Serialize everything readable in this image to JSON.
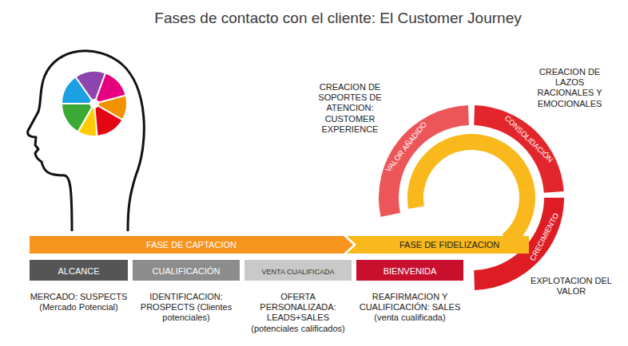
{
  "diagram": {
    "title": "Fases de contacto con el cliente: El Customer Journey",
    "nodes": [
      {
        "text": [
          "VALOR AÑADIDO"
        ]
      },
      {
        "text": [
          "CONSOLIDACIÓN"
        ]
      },
      {
        "text": [
          "CRECIMIENTO"
        ]
      },
      {
        "text": [
          "FASE DE CAPTACION"
        ]
      },
      {
        "text": [
          "FASE DE FIDELIZACION"
        ]
      },
      {
        "text": [
          "ALCANCE"
        ]
      },
      {
        "text": [
          "CUALIFICACIÓN"
        ]
      },
      {
        "text": [
          "VENTA CUALIFICADA"
        ]
      },
      {
        "text": [
          "BIENVENIDA"
        ]
      }
    ],
    "labels": [
      "CREACION DE SOPORTES DE ATENCION: CUSTOMER EXPERIENCE",
      "CREACION DE LAZOS RACIONALES Y EMOCIONALES",
      "MERCADO: SUSPECTS (Mercado Potencial)",
      "IDENTIFICACION: PROSPECTS (Clientes potenciales)",
      "OFERTA PERSONALIZADA: LEADS+SALES (potenciales calificados)",
      "REAFIRMACION Y CUALIFICACIÓN: SALES (venta cualificada)",
      "EXPLOTACION DEL VALOR"
    ]
  }
}
